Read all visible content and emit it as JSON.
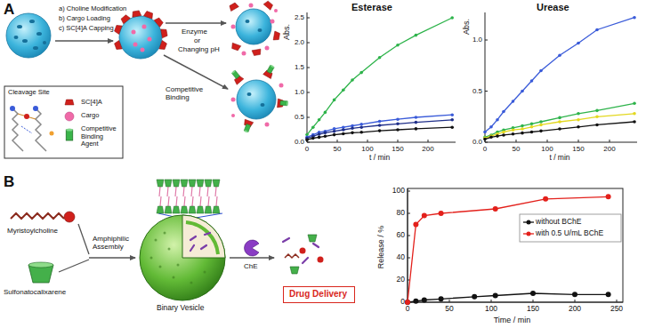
{
  "diagram": {
    "nodes": [
      {
        "text": [
          "Drug Delivery"
        ]
      }
    ],
    "labels": [
      "A",
      "a) Choline Modification",
      "b) Cargo Loading",
      "c) SC[4]A Capping",
      "Enzyme",
      "or",
      "Changing pH",
      "Competitive Binding",
      "Esterase",
      "Abs.",
      "0.0",
      "0.5",
      "1.0",
      "1.5",
      "2.0",
      "2.5",
      "0",
      "50",
      "100",
      "150",
      "200",
      "t / min",
      "Urease",
      "Abs.",
      "0.0",
      "0.5",
      "1.0",
      "0",
      "50",
      "100",
      "150",
      "200",
      "t / min",
      "B",
      "Myristoylcholine",
      "Sulfonatocalixarene",
      "Amphiphilic Assembly",
      "Binary Vesicle",
      "ChE",
      "Release / %",
      "0",
      "20",
      "40",
      "60",
      "80",
      "100",
      "0",
      "50",
      "100",
      "150",
      "200",
      "250",
      "Time / min"
    ],
    "legend": [
      {
        "text": "Cleavage Site"
      },
      {
        "text": "SC[4]A"
      },
      {
        "text": "Cargo"
      },
      {
        "text": "Competitive Binding Agent"
      },
      {
        "text": "without BChE"
      },
      {
        "text": "with 0.5 U/mL BChE"
      }
    ]
  }
}
